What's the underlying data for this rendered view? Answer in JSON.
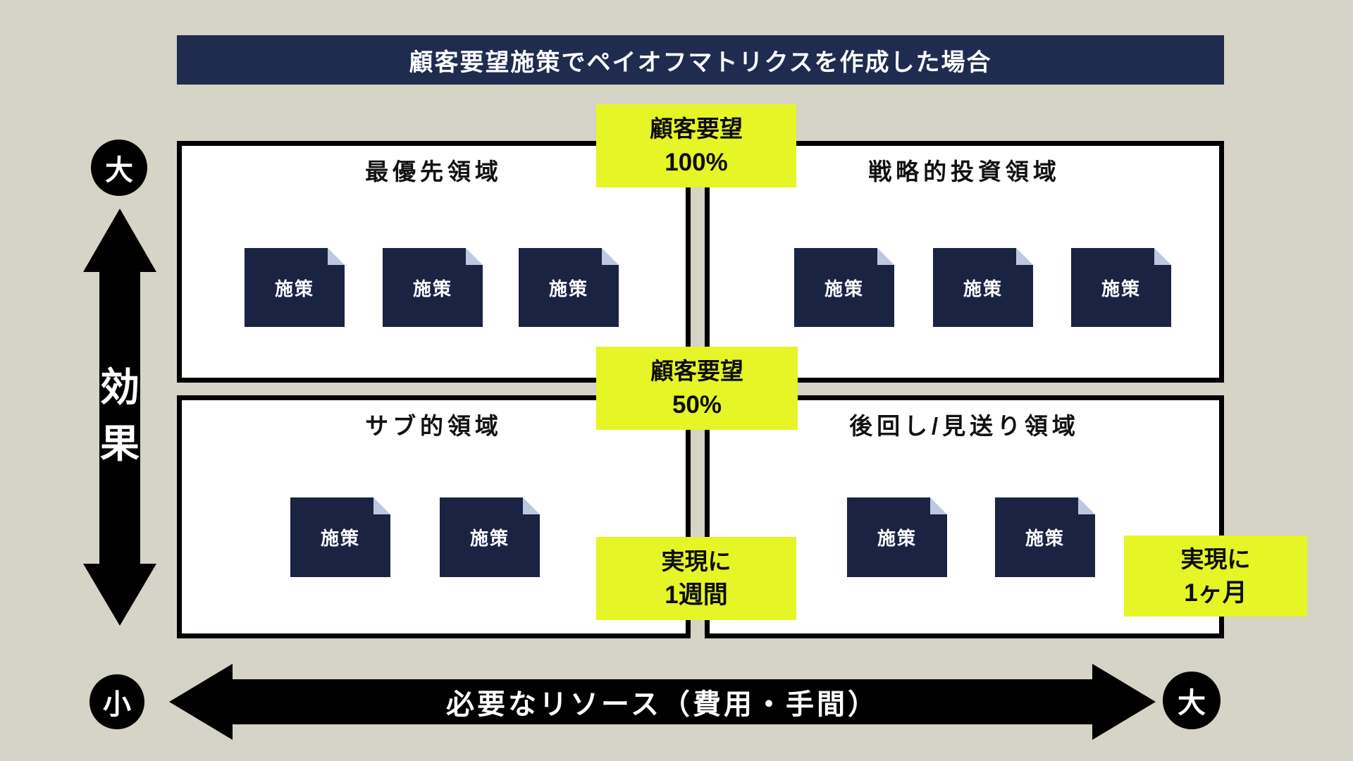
{
  "title": "顧客要望施策でペイオフマトリクスを作成した場合",
  "quadrants": [
    {
      "name": "top-left",
      "label": "最優先領域",
      "cards": [
        "施策",
        "施策",
        "施策"
      ]
    },
    {
      "name": "top-right",
      "label": "戦略的投資領域",
      "cards": [
        "施策",
        "施策",
        "施策"
      ]
    },
    {
      "name": "bottom-left",
      "label": "サブ的領域",
      "cards": [
        "施策",
        "施策"
      ]
    },
    {
      "name": "bottom-right",
      "label": "後回し/見送り領域",
      "cards": [
        "施策",
        "施策"
      ]
    }
  ],
  "callouts": [
    {
      "name": "customer-demand-100",
      "lines": [
        "顧客要望",
        "100%"
      ]
    },
    {
      "name": "customer-demand-50",
      "lines": [
        "顧客要望",
        "50%"
      ]
    },
    {
      "name": "time-one-week",
      "lines": [
        "実現に",
        "1週間"
      ]
    },
    {
      "name": "time-one-month",
      "lines": [
        "実現に",
        "1ヶ月"
      ]
    }
  ],
  "axes": {
    "vertical": {
      "label": "効果",
      "high": "大"
    },
    "horizontal": {
      "label": "必要なリソース（費用・手間）",
      "low": "小",
      "high": "大"
    }
  },
  "colors": {
    "background": "#d6d3c7",
    "navy_title_bar": "#1f2c50",
    "navy_card": "#1a2342",
    "yellow_callout": "#e5f525",
    "fold_corner": "#bcc7e0",
    "axis_black": "#000000",
    "quadrant_bg": "#ffffff"
  }
}
